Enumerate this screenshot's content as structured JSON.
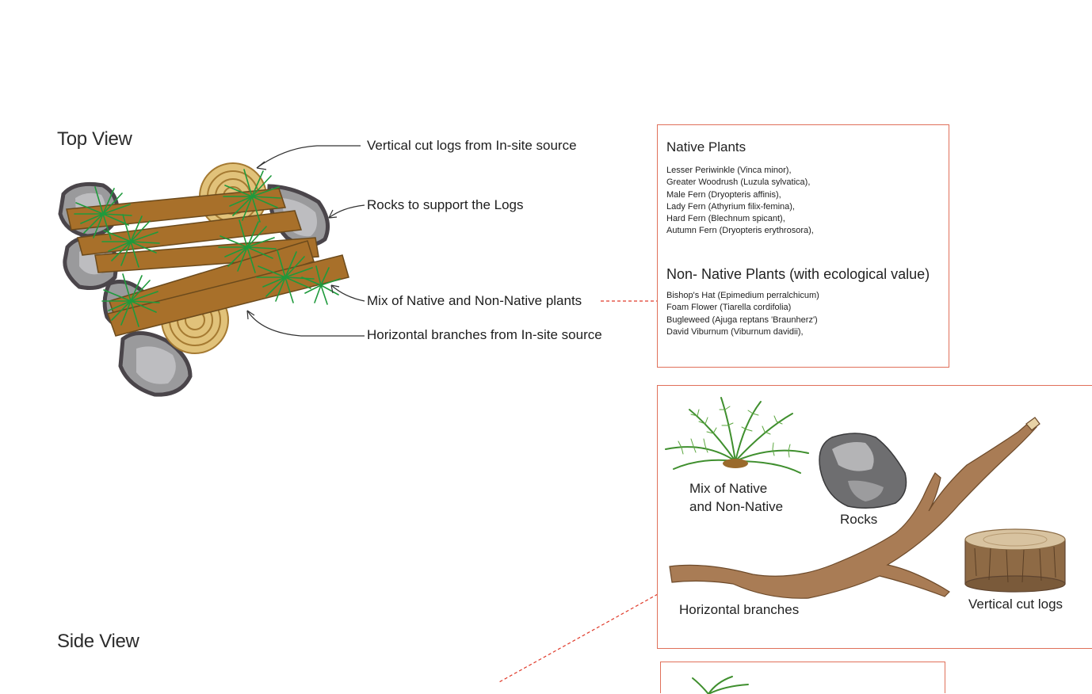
{
  "top_view": {
    "heading": "Top View",
    "callouts": [
      "Vertical cut logs from In-site source",
      "Rocks to support the Logs",
      "Mix of Native and Non-Native plants",
      "Horizontal branches from In-site source"
    ]
  },
  "plants_box": {
    "native_title": "Native Plants",
    "native": [
      "Lesser Periwinkle (Vinca minor),",
      "Greater Woodrush (Luzula sylvatica),",
      "Male Fern (Dryopteris affinis),",
      "Lady Fern (Athyrium filix-femina),",
      "Hard Fern (Blechnum spicant),",
      "Autumn Fern (Dryopteris erythrosora),"
    ],
    "non_native_title": "Non- Native Plants (with ecological value)",
    "non_native": [
      "Bishop's Hat (Epimedium perralchicum)",
      "Foam Flower (Tiarella cordifolia)",
      "Bugleweed (Ajuga reptans 'Braunherz')",
      "David Viburnum (Viburnum davidii),"
    ]
  },
  "materials_box": {
    "plants_line1": "Mix of Native",
    "plants_line2": "and Non-Native",
    "rocks": "Rocks",
    "branches": "Horizontal branches",
    "logs": "Vertical cut logs"
  },
  "side_view": {
    "heading": "Side View"
  },
  "colors": {
    "accent_border": "#e0705a",
    "leader_dashed": "#e03a2a",
    "log_brown": "#a8702a",
    "log_ring": "#d8b46a",
    "rock_gray": "#8a8a8a",
    "fern_green": "#1f9a3c"
  }
}
